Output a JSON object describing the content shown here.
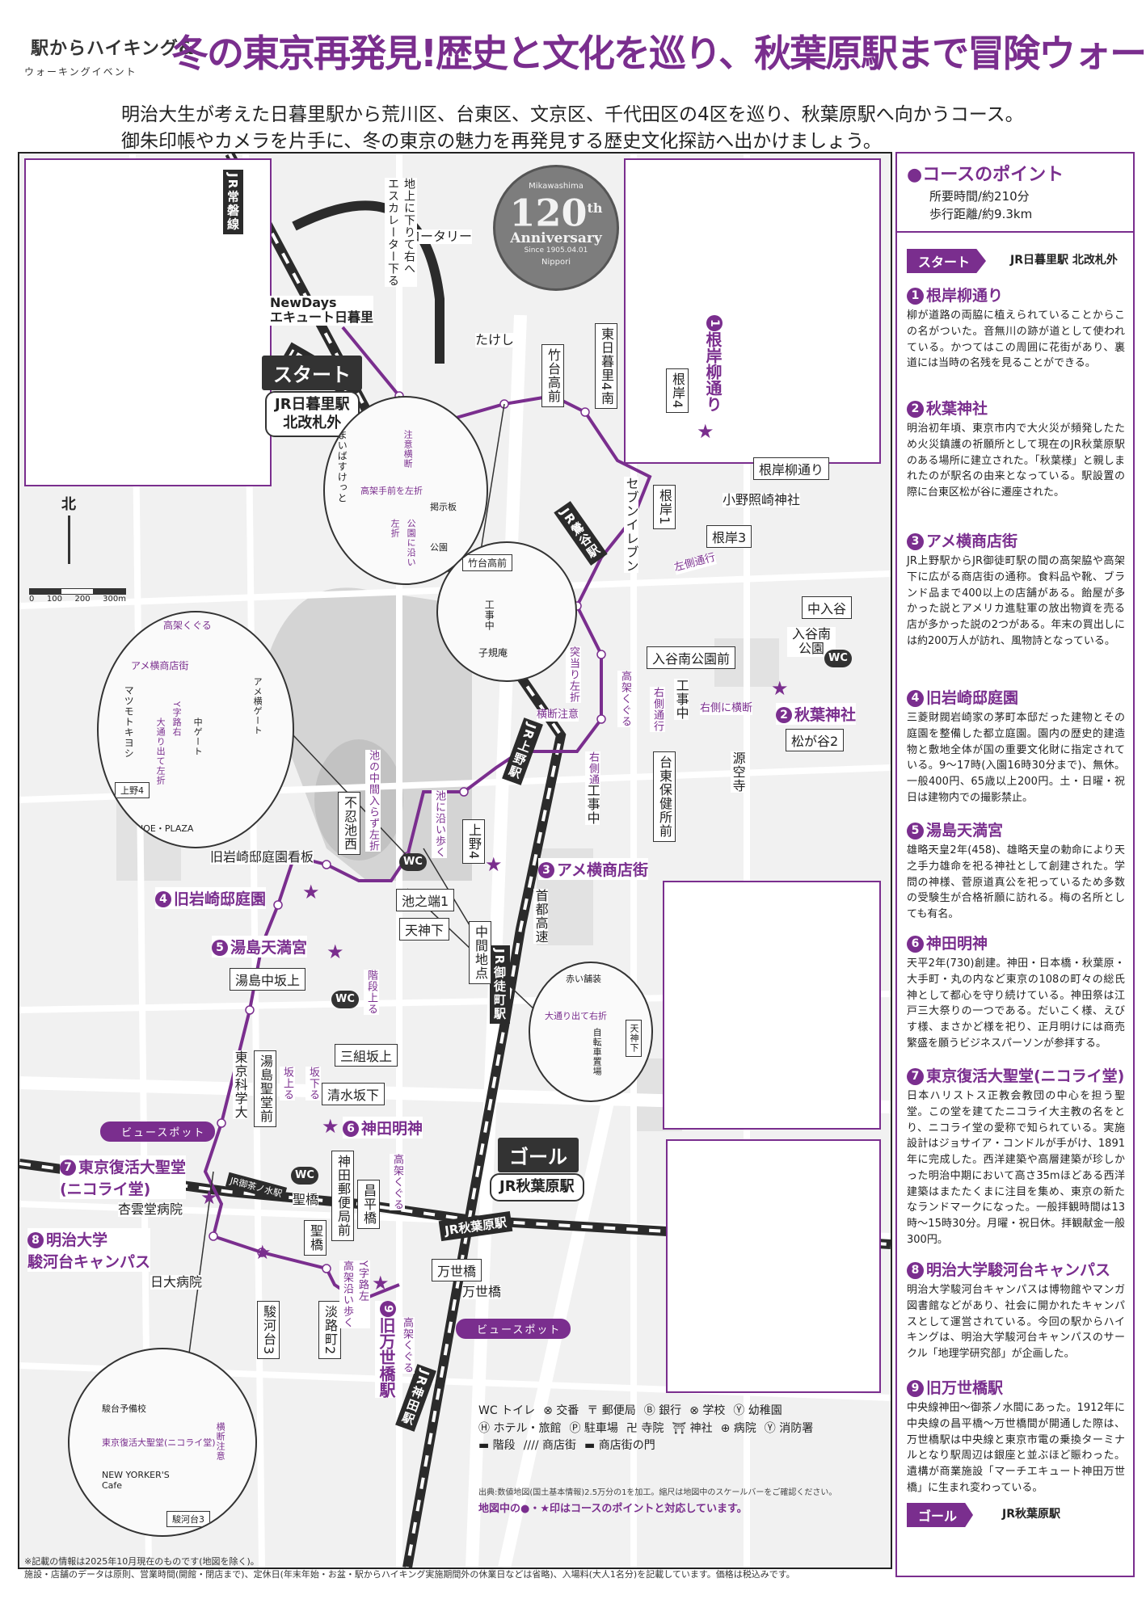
{
  "header": {
    "logo_line1": "駅からハイキング&",
    "logo_line2": "ウォーキングイベント",
    "title": "冬の東京再発見!歴史と文化を巡り、秋葉原駅まで冒険ウォーク",
    "lead_line1": "明治大生が考えた日暮里駅から荒川区、台東区、文京区、千代田区の4区を巡り、秋葉原駅へ向かうコース。",
    "lead_line2": "御朱印帳やカメラを片手に、冬の東京の魅力を再発見する歴史文化探訪へ出かけましょう。"
  },
  "map": {
    "badge": {
      "top": "Mikawashima",
      "big": "120",
      "th": "th",
      "word": "Anniversary",
      "since": "Since 1905.04.01",
      "bottom": "Nippori"
    },
    "compass": "北",
    "scale": {
      "values": [
        "0",
        "100",
        "200",
        "300m"
      ]
    },
    "start_callout": "スタート",
    "start_station": "JR日暮里駅\n北改札外",
    "goal_callout": "ゴール",
    "goal_station": "JR秋葉原駅",
    "rails": {
      "joban": "JR常磐線",
      "nippori": "JR日暮里駅",
      "uguisudani": "JR鶯谷駅",
      "ueno": "JR上野駅",
      "okachimachi": "JR御徒町駅",
      "akihabara": "JR秋葉原駅",
      "kanda": "JR神田駅",
      "ochanomizu": "JR御茶ノ水駅"
    },
    "labels": {
      "newdays": "NewDays\nエキュート日暮里",
      "rotary": "ロータリー",
      "escalator": "地上に下りて右へ\nエスカレーター下る",
      "takeshi": "たけし",
      "takedai": "竹台高前",
      "higashinippori": "東日暮里4南",
      "negishi4": "根岸4",
      "negishi_dori": "根岸柳通り",
      "onono": "小野照崎神社",
      "negishi3": "根岸3",
      "negishi1": "根岸1",
      "seven": "セブンイレブン",
      "hidari": "左側通行",
      "nakairiya": "中入谷",
      "iriyaminami": "入谷南公園",
      "iriyapark": "入谷南公園前",
      "migi_oudan": "右側に横断",
      "matsugaya": "松が谷2",
      "genkuji": "源空寺",
      "koujichu": "工事中",
      "tsukiatari": "突当り左折",
      "kouka": "高架くぐる",
      "migigawa": "右側通行",
      "migigawa2": "右側通行",
      "oudanchui": "横断注意",
      "taito": "台東保健所前",
      "koujichu2": "工事中",
      "shuto": "首都高速",
      "chukan": "中間地点",
      "ike_naka": "池の中間入らず左折",
      "shinobazu": "不忍池西",
      "ike_soi": "池に沿い歩く",
      "ueno4": "上野4",
      "ikenohata": "池之端1",
      "tenjinshita": "天神下",
      "kyuiwasaki_board": "旧岩崎邸庭園看板",
      "yushima_saka": "湯島中坂上",
      "kaidan": "階段上る",
      "sankumi": "三組坂上",
      "sakakudaru": "坂下る",
      "sakanoboru": "坂上る",
      "kiyomizu": "清水坂下",
      "yushima_seido": "湯島聖堂前",
      "kagaku": "東京科学大",
      "seido": "聖橋",
      "kanda_yubin": "神田郵便局前",
      "shoheibashi": "昌平橋",
      "kouka2": "高架くぐる",
      "kyorin": "杏雲堂病院",
      "nichidai": "日大病院",
      "surugadai": "駿河台3",
      "awaji": "淡路町2",
      "yjiro": "Y字路左\n高架沿い歩く",
      "kouka3": "高架くぐる",
      "mansei": "万世橋",
      "mansei2": "万世橋",
      "viewspot": "ビュースポット",
      "viewspot2": "ビュースポット"
    },
    "bubbles": {
      "b1": {
        "labels": [
          "まいばすけっと",
          "注意横断",
          "高架手前を左折",
          "掲示板",
          "左折",
          "公園に沿い",
          "公園"
        ]
      },
      "b2": {
        "labels": [
          "竹台高前",
          "工事中",
          "子規庵"
        ]
      },
      "b3": {
        "labels": [
          "高架くぐる",
          "アメ横商店街",
          "マツモトキヨシ",
          "Y字路右",
          "大通り出て左折",
          "中ゲート",
          "アメ横ゲート",
          "上野4",
          "SHOE・PLAZA"
        ]
      },
      "b4": {
        "labels": [
          "赤い舗装",
          "大通り出て右折",
          "自転車置場",
          "天神下"
        ]
      },
      "b5": {
        "labels": [
          "駿台予備校",
          "東京復活大聖堂(ニコライ堂)",
          "横断注意",
          "NEW YORKER'S Cafe",
          "駿河台3"
        ]
      }
    },
    "points": [
      {
        "n": "1",
        "name": "根岸柳通り"
      },
      {
        "n": "2",
        "name": "秋葉神社"
      },
      {
        "n": "3",
        "name": "アメ横商店街"
      },
      {
        "n": "4",
        "name": "旧岩崎邸庭園"
      },
      {
        "n": "5",
        "name": "湯島天満宮"
      },
      {
        "n": "6",
        "name": "神田明神"
      },
      {
        "n": "7",
        "name": "東京復活大聖堂\n(ニコライ堂)"
      },
      {
        "n": "8",
        "name": "明治大学\n駿河台キャンパス"
      },
      {
        "n": "9",
        "name": "旧万世橋駅"
      }
    ],
    "wc": "WC",
    "legend": {
      "row1": [
        "WC トイレ",
        "⊗ 交番",
        "〒 郵便局",
        "Ⓑ 銀行",
        "⊗ 学校",
        "Ⓨ 幼稚園"
      ],
      "row2": [
        "Ⓗ ホテル・旅館",
        "Ⓟ 駐車場",
        "卍 寺院",
        "⛩ 神社",
        "⊕ 病院",
        "Ⓨ 消防署"
      ],
      "row3": [
        "▬ 階段",
        "//// 商店街",
        "▬ 商店街の門"
      ],
      "source": "出典:数値地図(国土基本情報)2.5万分の1を加工。縮尺は地図中のスケールバーをご確認ください。",
      "note": "地図中の●・★印はコースのポイントと対応しています。"
    },
    "footnote1": "※記載の情報は2025年10月現在のものです(地図を除く)。",
    "footnote2": "施設・店舗のデータは原則、営業時間(開館・閉店まで)、定休日(年末年始・お盆・駅からハイキング実施期間外の休業日などは省略)、入場料(大人1名分)を記載しています。価格は税込みです。"
  },
  "panel": {
    "heading": "●コースのポイント",
    "time": "所要時間/約210分",
    "distance": "歩行距離/約9.3km",
    "start_tag": "スタート",
    "start_text": "JR日暮里駅 北改札外",
    "goal_tag": "ゴール",
    "goal_text": "JR秋葉原駅",
    "sections": [
      {
        "n": "1",
        "title": "根岸柳通り",
        "body": "柳が道路の両脇に植えられていることからこの名がついた。音無川の跡が道として使われている。かつてはこの周囲に花街があり、裏道には当時の名残を見ることができる。"
      },
      {
        "n": "2",
        "title": "秋葉神社",
        "body": "明治初年頃、東京市内で大火災が頻発したため火災鎮護の祈願所として現在のJR秋葉原駅のある場所に建立された。「秋葉様」と親しまれたのが駅名の由来となっている。駅設置の際に台東区松が谷に遷座された。"
      },
      {
        "n": "3",
        "title": "アメ横商店街",
        "body": "JR上野駅からJR御徒町駅の間の高架脇や高架下に広がる商店街の通称。食料品や靴、ブランド品まで400以上の店舗がある。飴屋が多かった説とアメリカ進駐軍の放出物資を売る店が多かった説の2つがある。年末の買出しには約200万人が訪れ、風物詩となっている。"
      },
      {
        "n": "4",
        "title": "旧岩崎邸庭園",
        "body": "三菱財閥岩崎家の茅町本邸だった建物とその庭園を整備した都立庭園。園内の歴史的建造物と敷地全体が国の重要文化財に指定されている。9〜17時(入園16時30分まで)、無休。一般400円、65歳以上200円。土・日曜・祝日は建物内での撮影禁止。"
      },
      {
        "n": "5",
        "title": "湯島天満宮",
        "body": "雄略天皇2年(458)、雄略天皇の勅命により天之手力雄命を祀る神社として創建された。学問の神様、菅原道真公を祀っているため多数の受験生が合格祈願に訪れる。梅の名所としても有名。"
      },
      {
        "n": "6",
        "title": "神田明神",
        "body": "天平2年(730)創建。神田・日本橋・秋葉原・大手町・丸の内など東京の108の町々の総氏神として都心を守り続けている。神田祭は江戸三大祭りの一つである。だいこく様、えびす様、まさかど様を祀り、正月明けには商売繁盛を願うビジネスパーソンが参拝する。"
      },
      {
        "n": "7",
        "title": "東京復活大聖堂(ニコライ堂)",
        "body": "日本ハリストス正教会教団の中心を担う聖堂。この堂を建てたニコライ大主教の名をとり、ニコライ堂の愛称で知られている。実施設計はジョサイア・コンドルが手がけ、1891年に完成した。西洋建築や高層建築が珍しかった明治中期において高さ35mほどある西洋建築はまたたくまに注目を集め、東京の新たなランドマークになった。一般拝観時間は13時〜15時30分。月曜・祝日休。拝観献金一般300円。"
      },
      {
        "n": "8",
        "title": "明治大学駿河台キャンパス",
        "body": "明治大学駿河台キャンパスは博物館やマンガ図書館などがあり、社会に開かれたキャンパスとして運営されている。今回の駅からハイキングは、明治大学駿河台キャンパスのサークル「地理学研究部」が企画した。"
      },
      {
        "n": "9",
        "title": "旧万世橋駅",
        "body": "中央線神田〜御茶ノ水間にあった。1912年に中央線の昌平橋〜万世橋間が開通した際は、万世橋駅は中央線と東京市電の乗換ターミナルとなり駅周辺は銀座と並ぶほど賑わった。遺構が商業施設「マーチエキュート神田万世橋」に生まれ変わっている。"
      }
    ]
  }
}
